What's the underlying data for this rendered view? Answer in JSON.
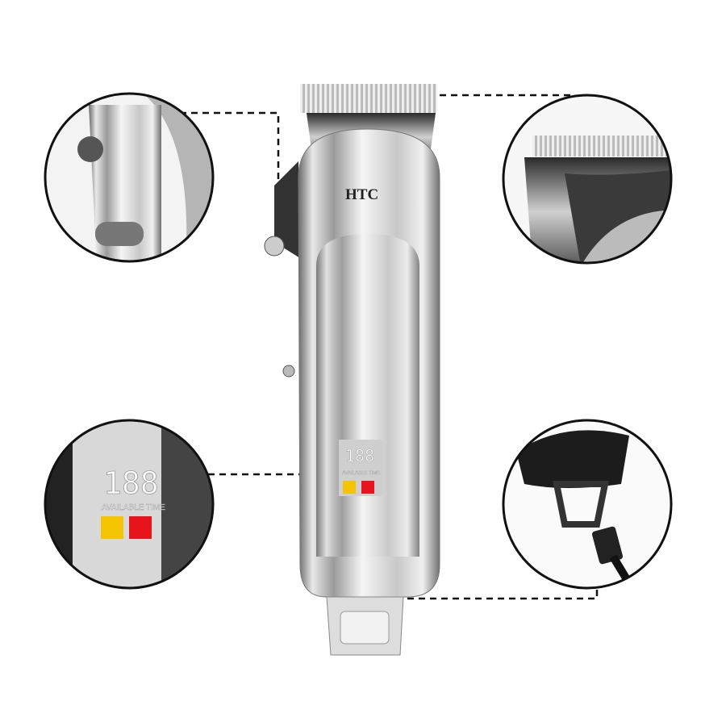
{
  "product": {
    "brand": "HTC",
    "display_digits": "188",
    "display_caption": "AVAILABLE TIME"
  },
  "callouts": [
    {
      "name": "taper-lever-detail"
    },
    {
      "name": "blade-detail"
    },
    {
      "name": "lcd-display-detail"
    },
    {
      "name": "charging-port-detail"
    }
  ],
  "colors": {
    "indicator_yellow": "#f5c400",
    "indicator_red": "#e8141c",
    "outline": "#111111"
  }
}
